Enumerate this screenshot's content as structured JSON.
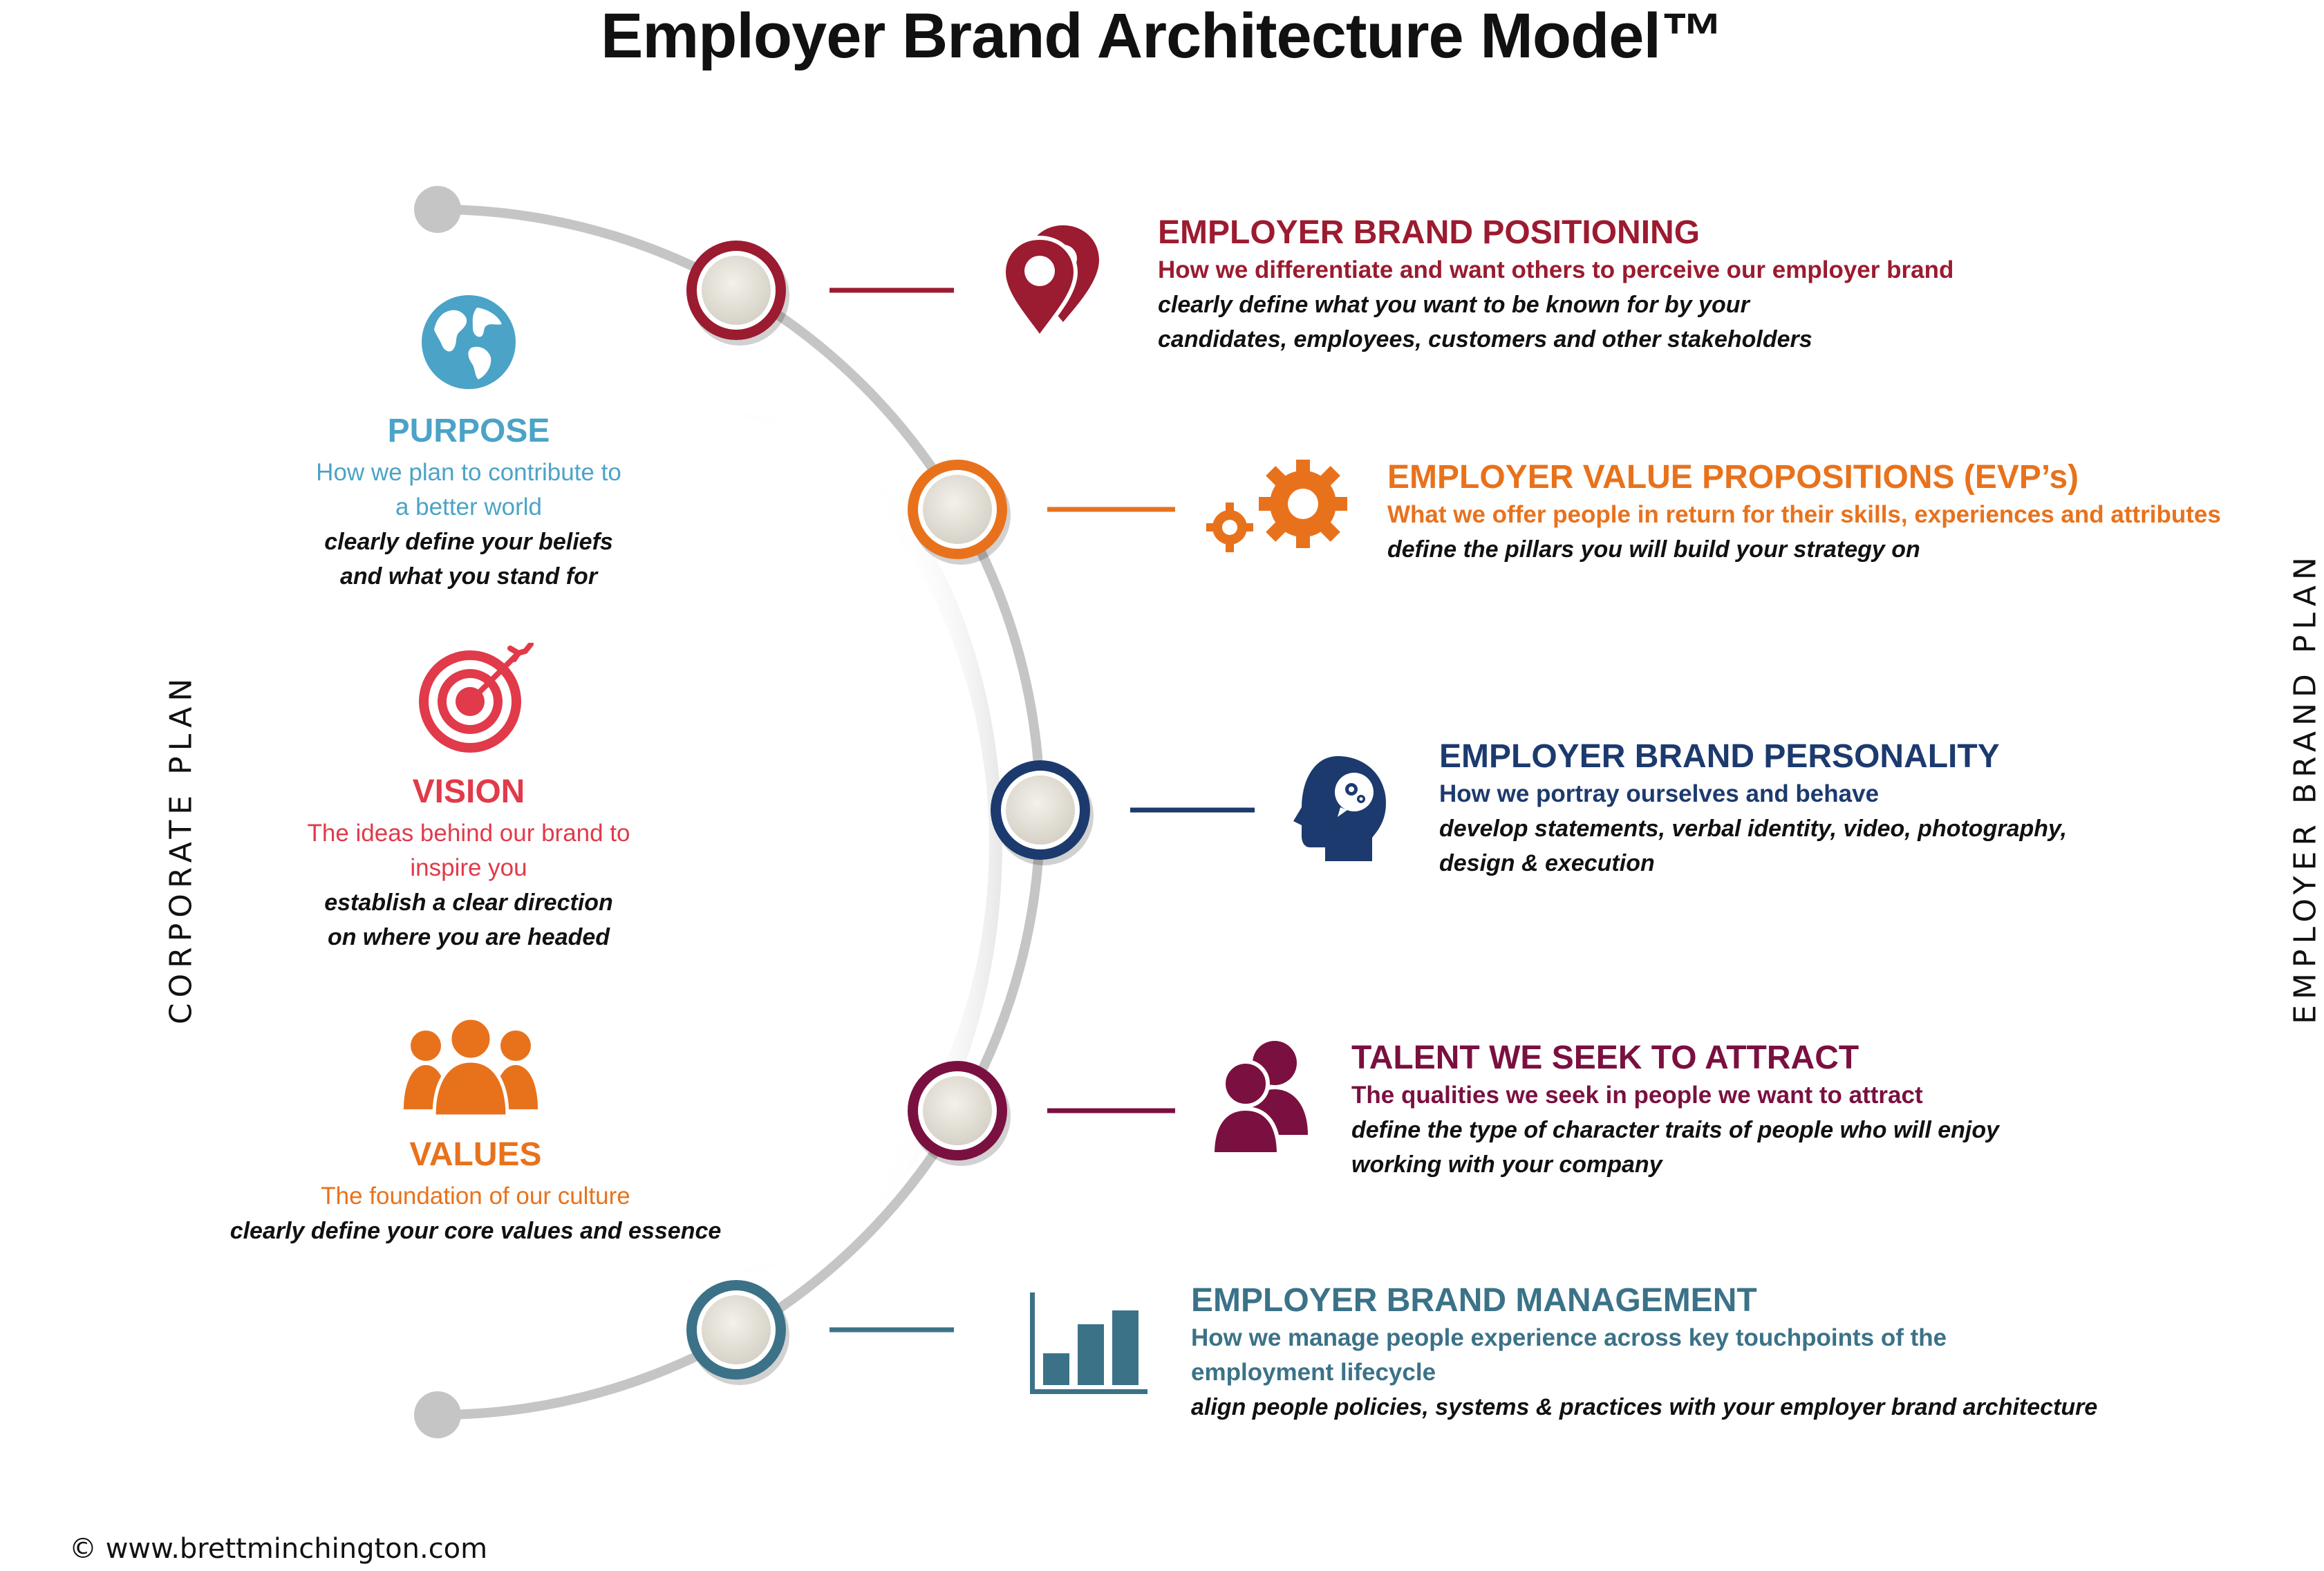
{
  "title": "Employer Brand Architecture Model™",
  "side_labels": {
    "left": "CORPORATE PLAN",
    "right": "EMPLOYER BRAND PLAN"
  },
  "colors": {
    "arc": "#c5c5c5",
    "purpose": "#4ba3c7",
    "vision": "#e13a4a",
    "values": "#e8721c",
    "positioning": "#9b1b30",
    "evp": "#e8721c",
    "personality": "#1c3a6e",
    "talent": "#7a1040",
    "management": "#3b7288"
  },
  "corporate_plan": [
    {
      "key": "purpose",
      "icon": "globe-icon",
      "heading": "PURPOSE",
      "subtitle_lines": [
        "How we plan to contribute to",
        "a better world"
      ],
      "desc_lines": [
        "clearly define your beliefs",
        "and what you stand for"
      ]
    },
    {
      "key": "vision",
      "icon": "target-icon",
      "heading": "VISION",
      "subtitle_lines": [
        "The ideas behind our brand to",
        "inspire you"
      ],
      "desc_lines": [
        "establish a clear direction",
        "on  where you are headed"
      ]
    },
    {
      "key": "values",
      "icon": "people-group-icon",
      "heading": "VALUES",
      "subtitle_lines": [
        "The foundation of our culture"
      ],
      "desc_lines": [
        "clearly define your core values and essence"
      ]
    }
  ],
  "brand_plan": [
    {
      "key": "positioning",
      "icon": "location-pins-icon",
      "heading": "EMPLOYER BRAND POSITIONING",
      "subtitle_lines": [
        "How we differentiate and want others to perceive our employer brand"
      ],
      "desc_lines": [
        "clearly define what you want to be known  for by your",
        "candidates, employees, customers  and other stakeholders"
      ]
    },
    {
      "key": "evp",
      "icon": "gears-icon",
      "heading": "EMPLOYER VALUE PROPOSITIONS (EVP’s)",
      "subtitle_lines": [
        "What we offer people in return for their skills, experiences and attributes"
      ],
      "desc_lines": [
        "define the pillars you will build your strategy on"
      ]
    },
    {
      "key": "personality",
      "icon": "head-gears-icon",
      "heading": "EMPLOYER BRAND PERSONALITY",
      "subtitle_lines": [
        "How we portray ourselves and behave"
      ],
      "desc_lines": [
        "develop statements, verbal identity, video, photography,",
        "design & execution"
      ]
    },
    {
      "key": "talent",
      "icon": "people-pair-icon",
      "heading": "TALENT WE SEEK TO ATTRACT",
      "subtitle_lines": [
        "The qualities we seek in people we want to attract"
      ],
      "desc_lines": [
        "define the type of character traits of people who will enjoy",
        "working with your company"
      ]
    },
    {
      "key": "management",
      "icon": "bar-chart-icon",
      "heading": "EMPLOYER BRAND MANAGEMENT",
      "subtitle_lines": [
        "How we manage people experience across key touchpoints of the",
        "employment lifecycle"
      ],
      "desc_lines": [
        "align people policies, systems & practices with your employer brand architecture"
      ]
    }
  ],
  "copyright": "© www.brettminchington.com"
}
